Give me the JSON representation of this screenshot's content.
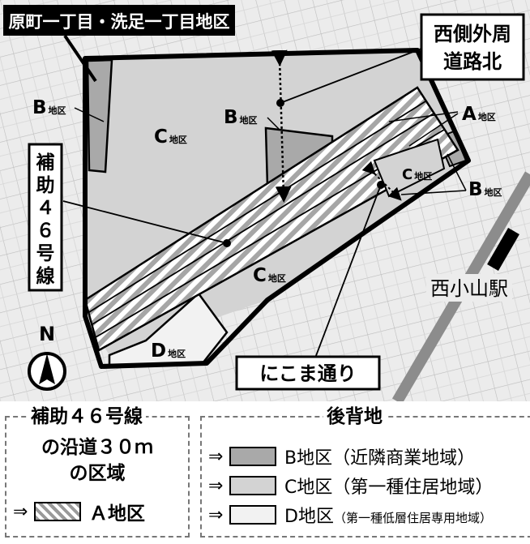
{
  "map": {
    "title": "原町一丁目・洗足一丁目地区",
    "road_north": "西側外周\n道路北",
    "road_46_chars": [
      "補",
      "助",
      "４",
      "６",
      "号",
      "線"
    ],
    "street_nikoma": "にこま通り",
    "station": "西小山駅",
    "north": "N",
    "district_suffix": "地区",
    "labels": {
      "b_west": "B",
      "b_center": "B",
      "b_east": "B",
      "a_east": "A",
      "c_north": "C",
      "c_small": "C",
      "c_south": "C",
      "d_south": "D"
    }
  },
  "legend": {
    "left_title": "補助４６号線",
    "left_line2": "の沿道３０ｍ",
    "left_line3": "の区域",
    "arrow": "⇒",
    "a_label": "Ａ地区",
    "right_title": "後背地",
    "rows": [
      {
        "label": "B地区（近隣商業地域）",
        "color": "#a9a9a9",
        "small": false
      },
      {
        "label": "C地区（第一種住居地域）",
        "color": "#d3d3d3",
        "small": false
      },
      {
        "label": "D地区（第一種低層住居専用地域）",
        "color": "#f2f2f2",
        "small": true
      }
    ]
  },
  "colors": {
    "zone_b": "#a9a9a9",
    "zone_c": "#d3d3d3",
    "zone_d": "#f2f2f2",
    "boundary": "#000000",
    "rail": "#808080"
  }
}
